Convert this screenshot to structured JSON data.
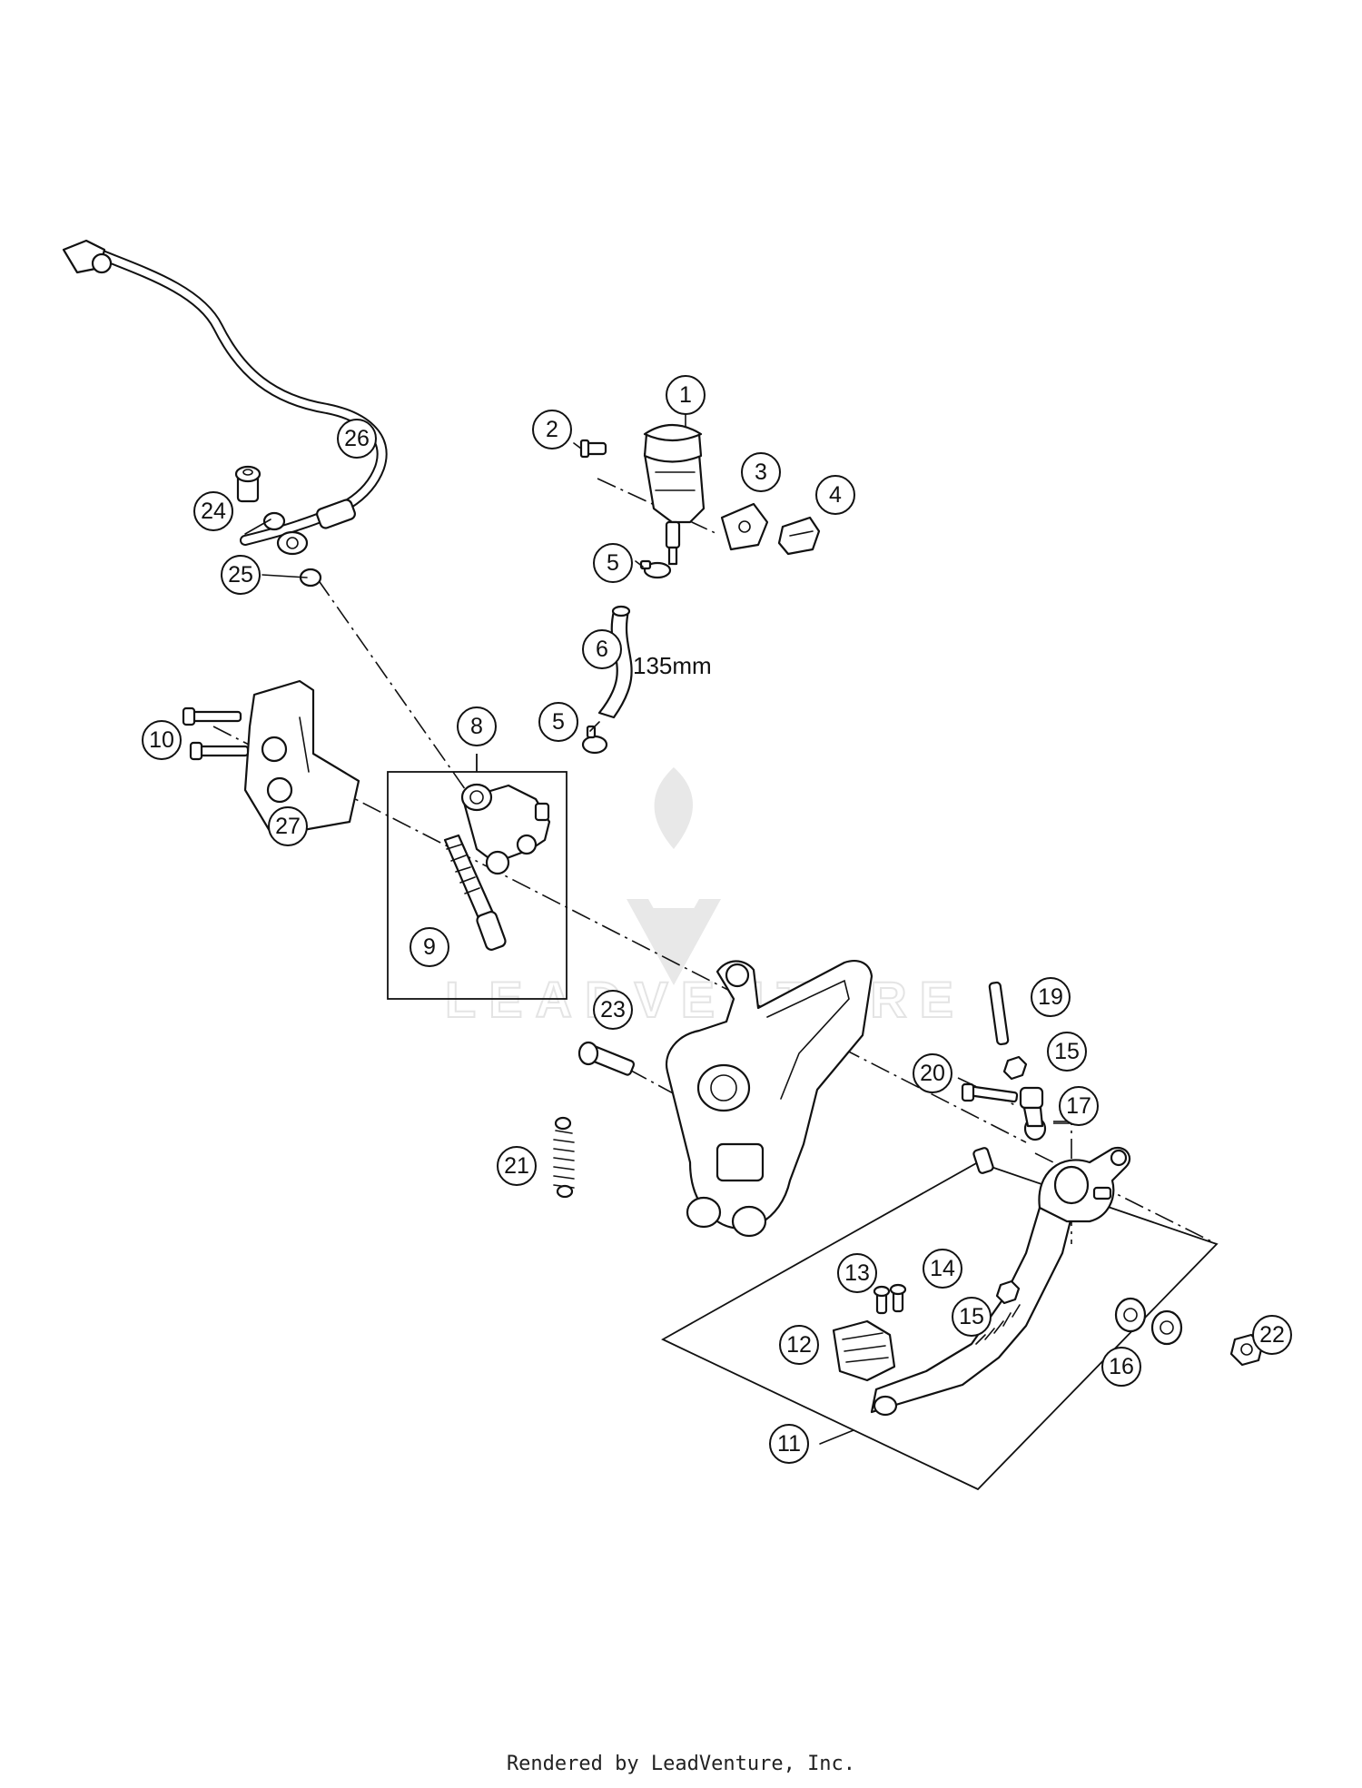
{
  "diagram": {
    "callouts": [
      {
        "id": "c1",
        "label": "1"
      },
      {
        "id": "c2",
        "label": "2"
      },
      {
        "id": "c3",
        "label": "3"
      },
      {
        "id": "c4",
        "label": "4"
      },
      {
        "id": "c5a",
        "label": "5"
      },
      {
        "id": "c5b",
        "label": "5"
      },
      {
        "id": "c6",
        "label": "6"
      },
      {
        "id": "c8",
        "label": "8"
      },
      {
        "id": "c9",
        "label": "9"
      },
      {
        "id": "c10",
        "label": "10"
      },
      {
        "id": "c11",
        "label": "11"
      },
      {
        "id": "c12",
        "label": "12"
      },
      {
        "id": "c13",
        "label": "13"
      },
      {
        "id": "c14",
        "label": "14"
      },
      {
        "id": "c15a",
        "label": "15"
      },
      {
        "id": "c15b",
        "label": "15"
      },
      {
        "id": "c16",
        "label": "16"
      },
      {
        "id": "c17",
        "label": "17"
      },
      {
        "id": "c19",
        "label": "19"
      },
      {
        "id": "c20",
        "label": "20"
      },
      {
        "id": "c21",
        "label": "21"
      },
      {
        "id": "c22",
        "label": "22"
      },
      {
        "id": "c23",
        "label": "23"
      },
      {
        "id": "c24",
        "label": "24"
      },
      {
        "id": "c25",
        "label": "25"
      },
      {
        "id": "c26",
        "label": "26"
      },
      {
        "id": "c27",
        "label": "27"
      }
    ],
    "hose_length_label": "135mm",
    "watermark_text": "LEADVENTURE"
  },
  "footer": {
    "text": "Rendered by LeadVenture, Inc."
  }
}
